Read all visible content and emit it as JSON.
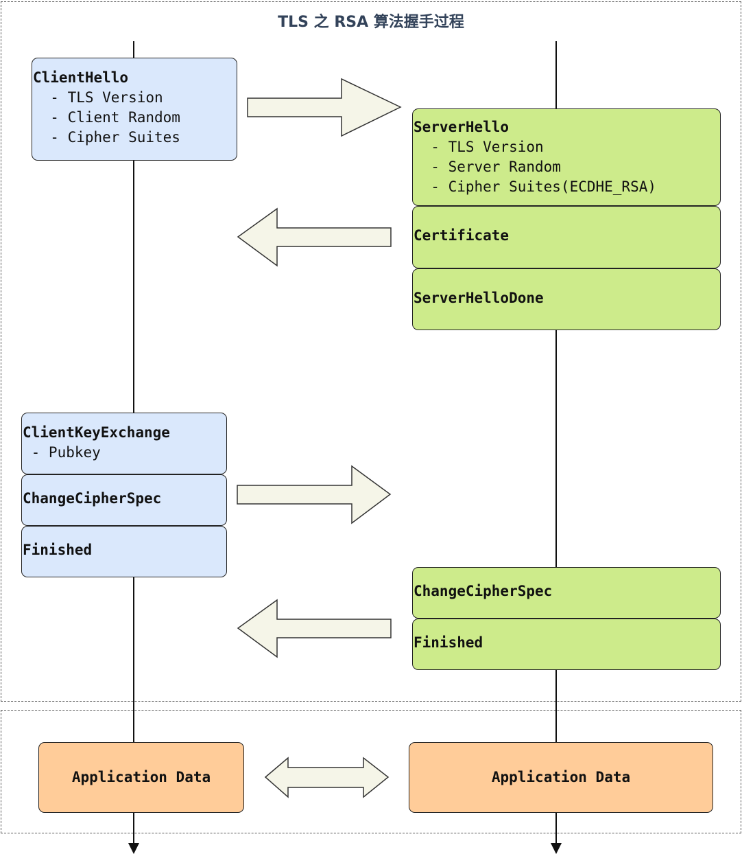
{
  "title": "TLS 之 RSA 算法握手过程",
  "client_hello": {
    "title": "ClientHello",
    "items": [
      "  - TLS Version",
      "  - Client Random",
      "  - Cipher Suites"
    ]
  },
  "server_hello": {
    "title": "ServerHello",
    "items": [
      "  - TLS Version",
      "  - Server Random",
      "  - Cipher Suites(ECDHE_RSA)"
    ]
  },
  "certificate": {
    "title": "Certificate"
  },
  "server_hello_done": {
    "title": "ServerHelloDone"
  },
  "client_key_exchange": {
    "title": "ClientKeyExchange",
    "items": [
      " - Pubkey"
    ]
  },
  "client_change_cipher_spec": {
    "title": "ChangeCipherSpec"
  },
  "client_finished": {
    "title": "Finished"
  },
  "server_change_cipher_spec": {
    "title": "ChangeCipherSpec"
  },
  "server_finished": {
    "title": "Finished"
  },
  "client_app_data": {
    "label": "Application Data"
  },
  "server_app_data": {
    "label": "Application Data"
  },
  "colors": {
    "client_box": "#dae8fc",
    "server_box": "#cdeb8b",
    "app_data_box": "#ffcc99",
    "arrow_fill": "#f5f5e8",
    "title_text": "#33435a"
  }
}
